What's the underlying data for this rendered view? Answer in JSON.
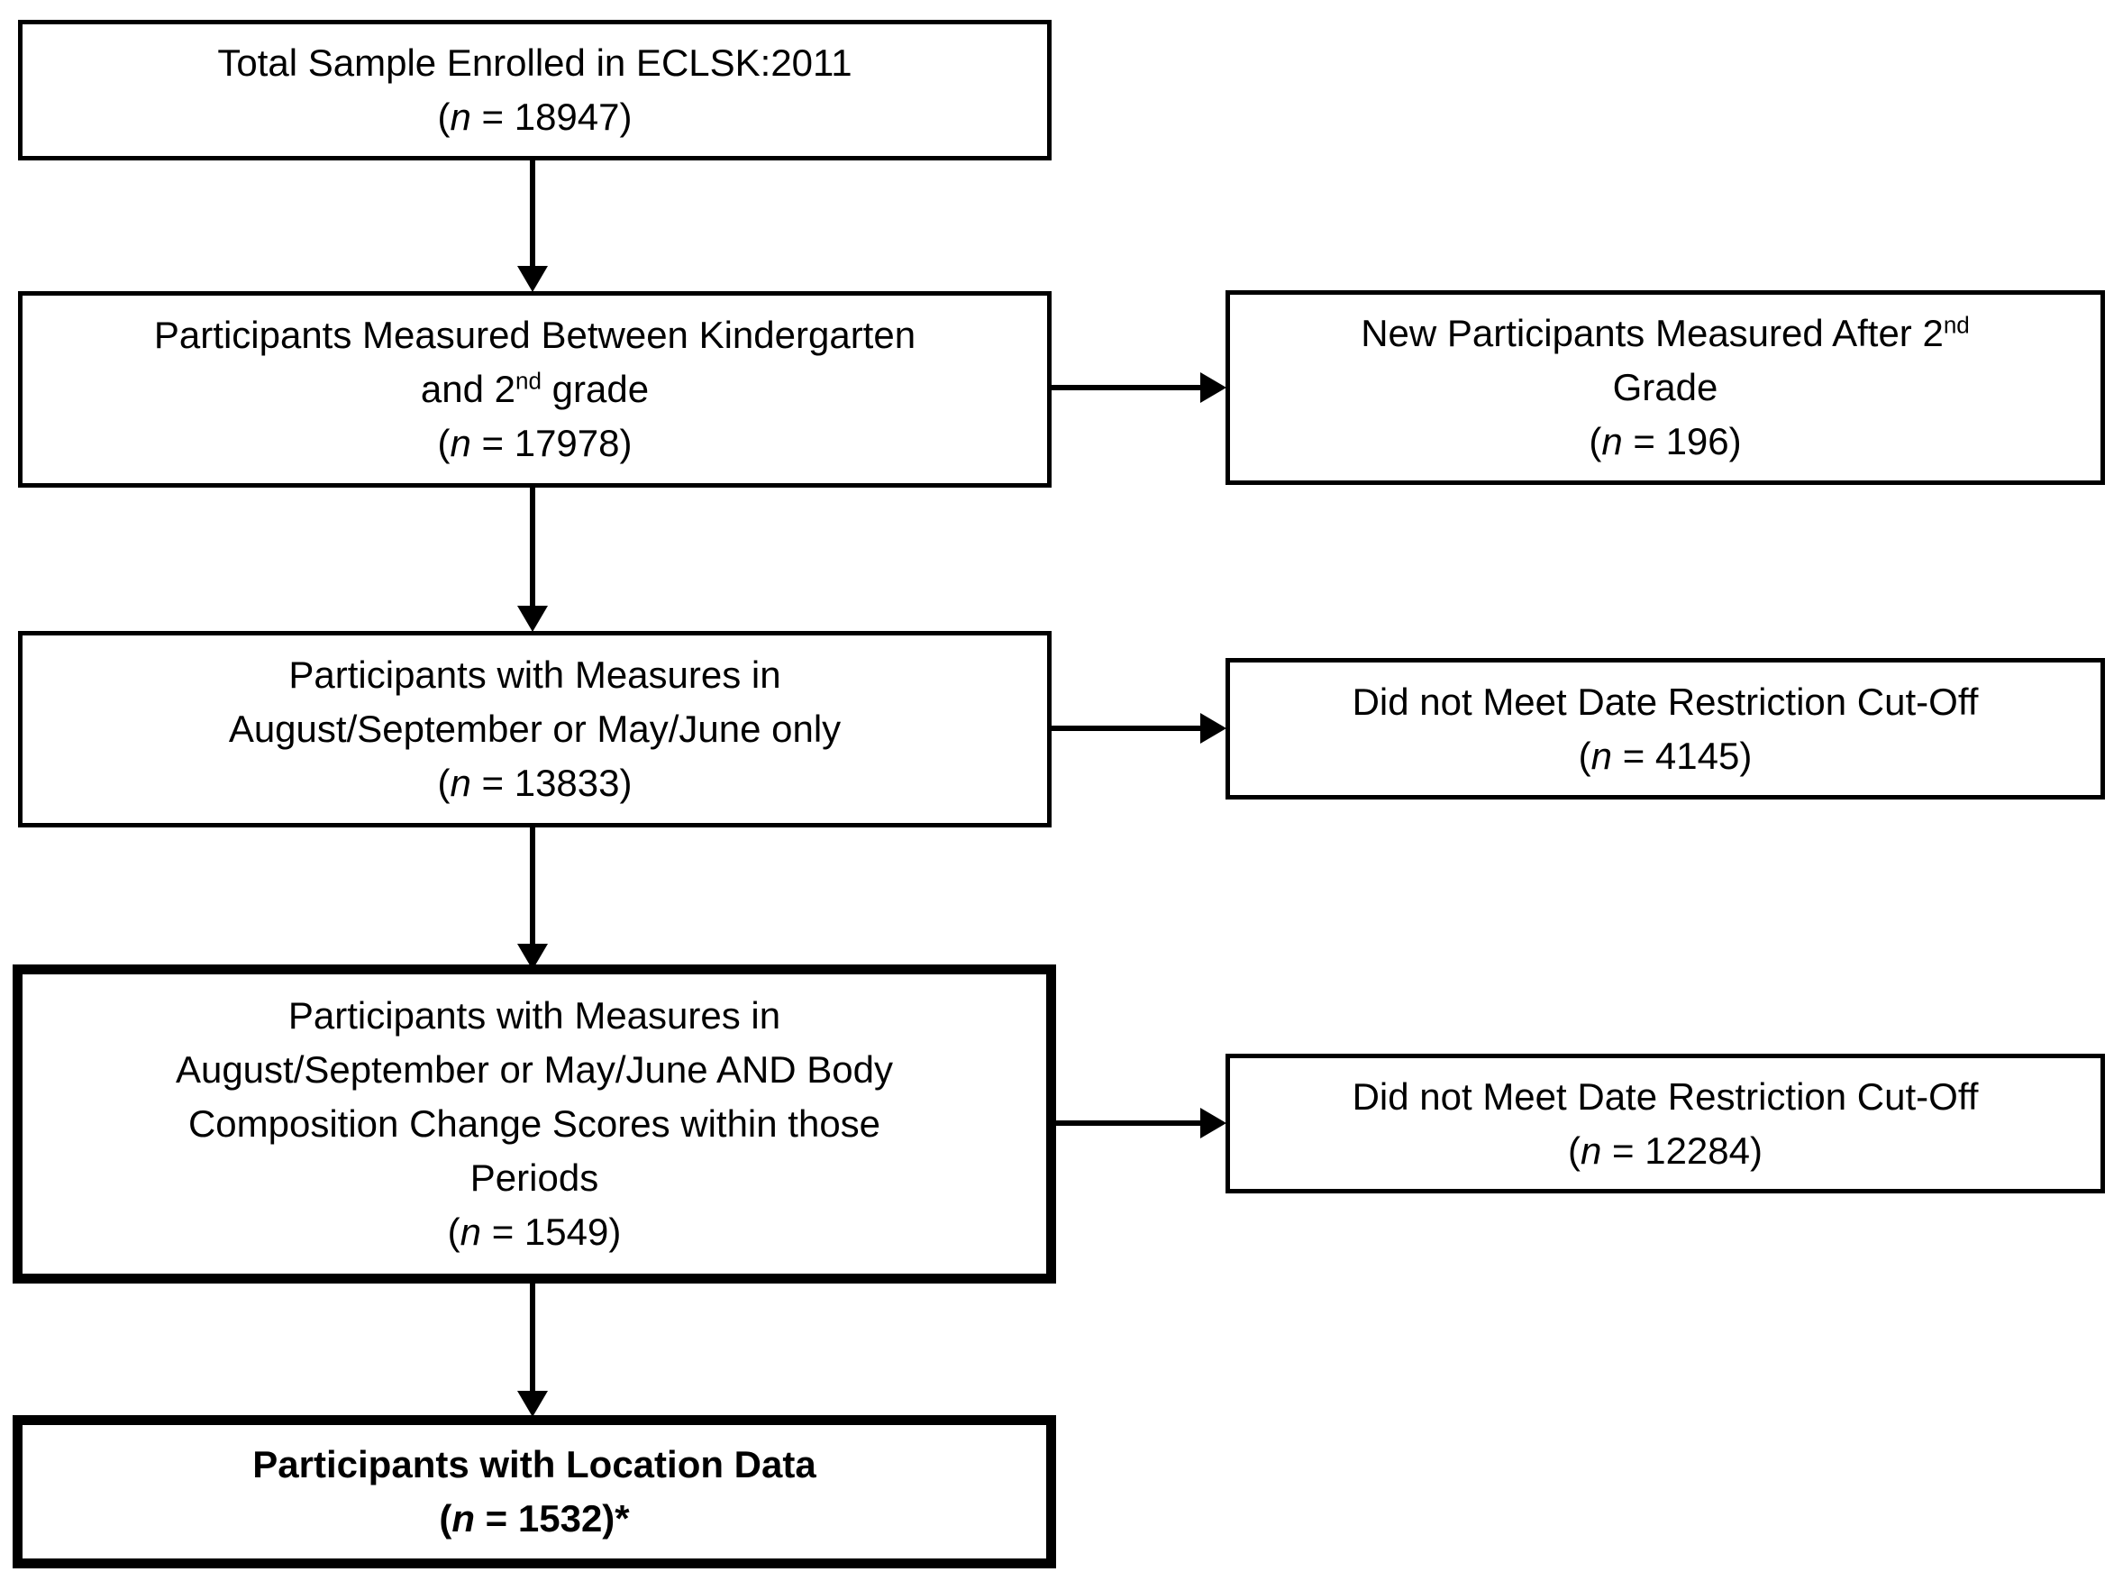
{
  "figure": {
    "type": "participant-flow-diagram",
    "colors": {
      "border": "#000000",
      "background": "#ffffff",
      "text": "#000000"
    }
  },
  "boxes": {
    "total": {
      "line1": "Total Sample Enrolled in ECLSK:2011",
      "n_open": "(",
      "n_var": "n",
      "n_rest": " = 18947)"
    },
    "measured_k2": {
      "line1": "Participants Measured Between Kindergarten",
      "line2a": "and 2",
      "line2sup": "nd",
      "line2b": " grade",
      "n_open": "(",
      "n_var": "n",
      "n_rest": " = 17978)"
    },
    "measures_only": {
      "line1": "Participants with Measures in",
      "line2": "August/September or May/June only",
      "n_open": "(",
      "n_var": "n",
      "n_rest": " = 13833)"
    },
    "measures_and_change": {
      "line1": "Participants with Measures in",
      "line2": "August/September or May/June AND Body",
      "line3": "Composition Change Scores within those",
      "line4": "Periods",
      "n_open": "(",
      "n_var": "n",
      "n_rest": " = 1549)"
    },
    "location_data": {
      "line1": "Participants with Location Data",
      "n_open": "(",
      "n_var": "n",
      "n_rest": " = 1532)*"
    },
    "new_after_2nd": {
      "line1a": "New Participants Measured After 2",
      "line1sup": "nd",
      "line2": "Grade",
      "n_open": "(",
      "n_var": "n",
      "n_rest": " = 196)"
    },
    "date_cutoff_1": {
      "line1": "Did not Meet Date Restriction Cut-Off",
      "n_open": "(",
      "n_var": "n",
      "n_rest": " = 4145)"
    },
    "date_cutoff_2": {
      "line1": "Did not Meet Date Restriction Cut-Off",
      "n_open": "(",
      "n_var": "n",
      "n_rest": " = 12284)"
    }
  }
}
